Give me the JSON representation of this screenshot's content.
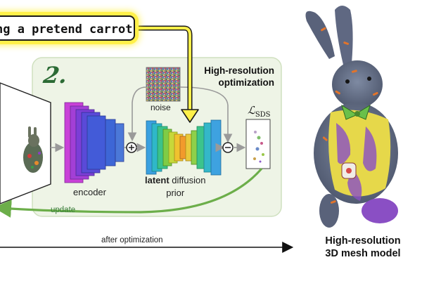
{
  "prompt": {
    "text": "ng a pretend carrot"
  },
  "stage": {
    "number": "2.",
    "title_line1": "High-resolution",
    "title_line2": "optimization",
    "noise_label": "noise",
    "encoder_label": "encoder",
    "prior_bold": "latent",
    "prior_rest": " diffusion",
    "prior_line2": "prior",
    "loss_symbol": "ℒ",
    "loss_subscript": "SDS",
    "update_label": "update"
  },
  "bottom": {
    "after_label": "after optimization",
    "result_line1": "High-resolution",
    "result_line2": "3D mesh model"
  },
  "colors": {
    "panel_fill": "#eef4e6",
    "panel_border": "#cfe0bf",
    "highlight_yellow": "#fff04a",
    "update_arrow": "#6cae4a",
    "step_number": "#2c6b35"
  },
  "icons": {
    "plus": "circle-plus-icon",
    "minus": "circle-minus-icon"
  }
}
